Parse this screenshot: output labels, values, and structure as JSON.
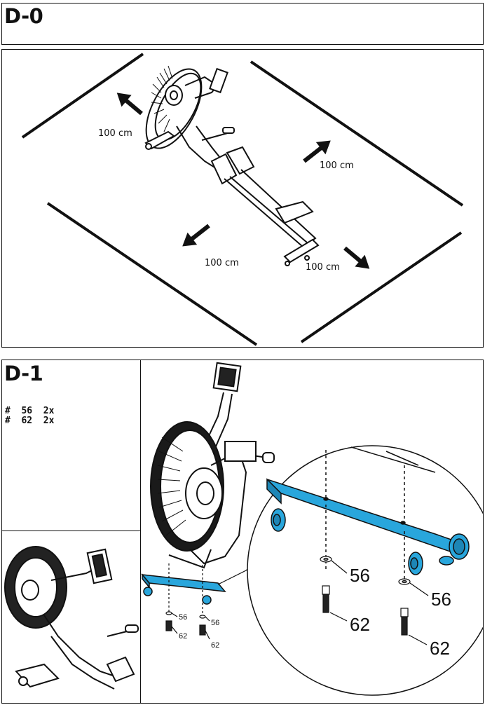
{
  "steps": {
    "d0": {
      "title": "D-0",
      "clearance": [
        "100 cm",
        "100 cm",
        "100 cm",
        "100 cm"
      ]
    },
    "d1": {
      "title": "D-1",
      "parts": [
        {
          "hash": "#",
          "number": "56",
          "qty": "2x"
        },
        {
          "hash": "#",
          "number": "62",
          "qty": "2x"
        }
      ],
      "callouts": {
        "washer": "56",
        "bolt": "62"
      }
    }
  },
  "colors": {
    "line": "#111111",
    "stabilizer": "#29a6dc"
  },
  "icons": [
    "rowing-machine",
    "arrow",
    "bolt",
    "washer",
    "front-stabilizer"
  ]
}
